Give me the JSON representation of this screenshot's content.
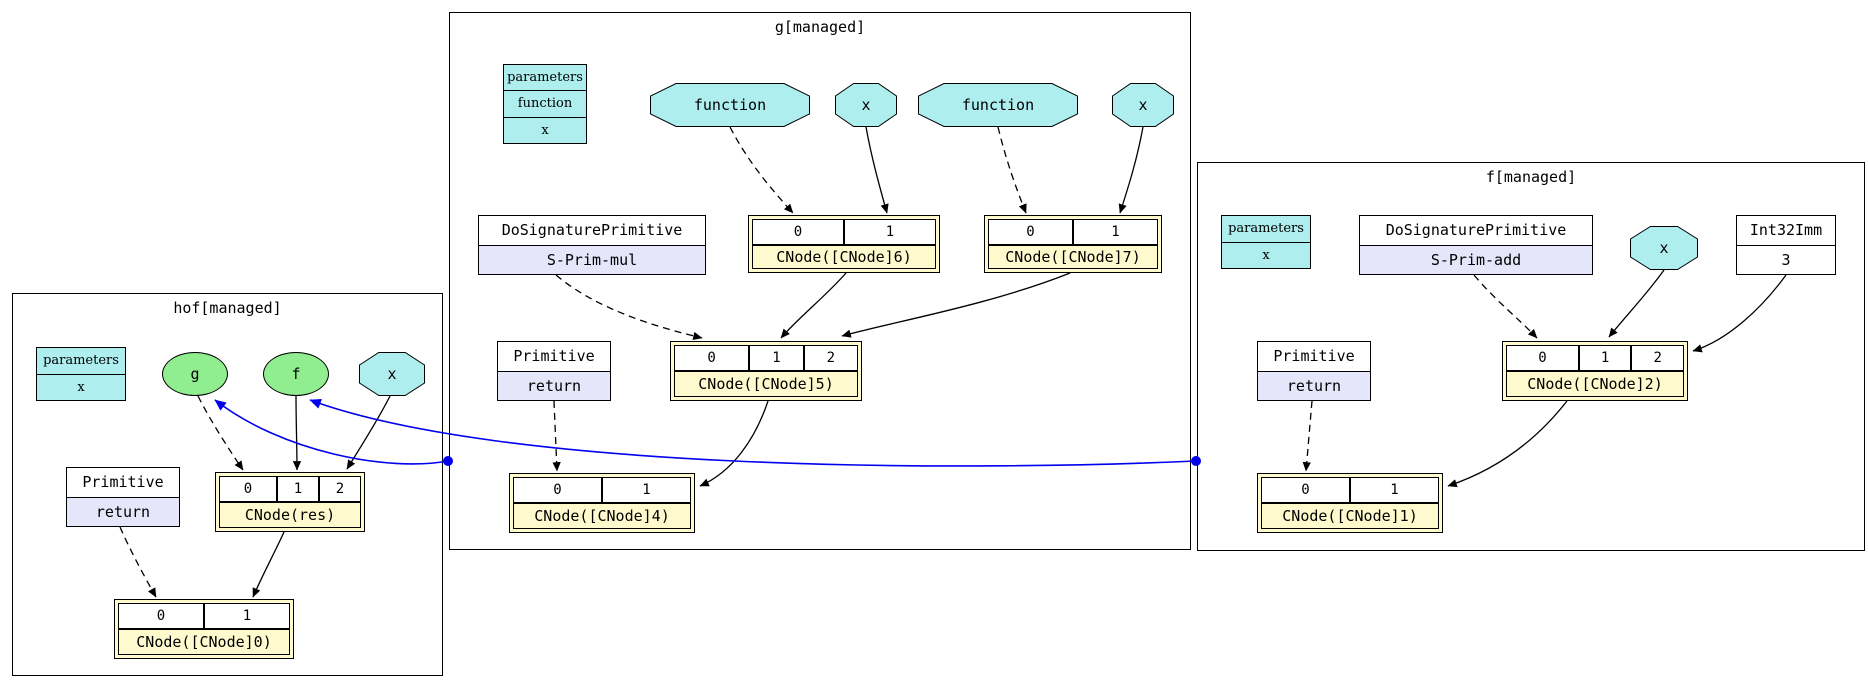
{
  "diagram": {
    "clusters": {
      "g": {
        "title": "g[managed]"
      },
      "f": {
        "title": "f[managed]"
      },
      "hof": {
        "title": "hof[managed]"
      }
    }
  },
  "g": {
    "params": {
      "header": "parameters",
      "row1": "function",
      "row2": "x"
    },
    "octagons": {
      "function1": "function",
      "x1": "x",
      "function2": "function",
      "x2": "x"
    },
    "dosig": {
      "title": "DoSignaturePrimitive",
      "name": "S-Prim-mul"
    },
    "ret": {
      "title": "Primitive",
      "name": "return"
    },
    "cnode6": {
      "p0": "0",
      "p1": "1",
      "label": "CNode([CNode]6)"
    },
    "cnode7": {
      "p0": "0",
      "p1": "1",
      "label": "CNode([CNode]7)"
    },
    "cnode5": {
      "p0": "0",
      "p1": "1",
      "p2": "2",
      "label": "CNode([CNode]5)"
    },
    "cnode4": {
      "p0": "0",
      "p1": "1",
      "label": "CNode([CNode]4)"
    }
  },
  "f": {
    "params": {
      "header": "parameters",
      "row1": "x"
    },
    "dosig": {
      "title": "DoSignaturePrimitive",
      "name": "S-Prim-add"
    },
    "oct_x": "x",
    "imm": {
      "title": "Int32Imm",
      "value": "3"
    },
    "ret": {
      "title": "Primitive",
      "name": "return"
    },
    "cnode2": {
      "p0": "0",
      "p1": "1",
      "p2": "2",
      "label": "CNode([CNode]2)"
    },
    "cnode1": {
      "p0": "0",
      "p1": "1",
      "label": "CNode([CNode]1)"
    }
  },
  "hof": {
    "params": {
      "header": "parameters",
      "row1": "x"
    },
    "value_g": "g",
    "value_f": "f",
    "oct_x": "x",
    "ret": {
      "title": "Primitive",
      "name": "return"
    },
    "cnode_res": {
      "p0": "0",
      "p1": "1",
      "p2": "2",
      "label": "CNode(res)"
    },
    "cnode0": {
      "p0": "0",
      "p1": "1",
      "label": "CNode([CNode]0)"
    }
  },
  "colors": {
    "parameter_fill": "#AFEEEE",
    "value_fill": "#90EE90",
    "primitive_fill": "#E6E6FA",
    "record_fill": "#FFFACD",
    "edge_black": "#000000",
    "edge_blue": "#0000EE"
  }
}
